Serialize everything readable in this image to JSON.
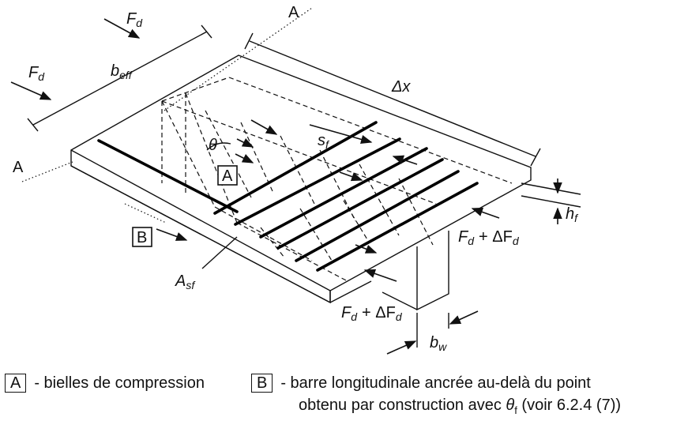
{
  "labels": {
    "section_mark": "A",
    "force": "F",
    "force_sub": "d",
    "beff": "b",
    "beff_sub": "eff",
    "delta_x": "Δx",
    "sf": "s",
    "sf_sub": "f",
    "theta": "θ",
    "hf": "h",
    "hf_sub": "f",
    "asf": "A",
    "asf_sub": "sf",
    "bw": "b",
    "bw_sub": "w",
    "plus_delta": "+ ΔF",
    "tag_a": "A",
    "tag_b": "B"
  },
  "legend": {
    "a_tag": "A",
    "a_text": "- bielles de compression",
    "b_tag": "B",
    "b_text_line1": "- barre longitudinale ancrée au-delà du point",
    "b_text_line2a": "obtenu par construction avec ",
    "b_text_theta": "θ",
    "b_text_theta_sub": "f",
    "b_text_line2b": " (voir 6.2.4 (7))"
  }
}
